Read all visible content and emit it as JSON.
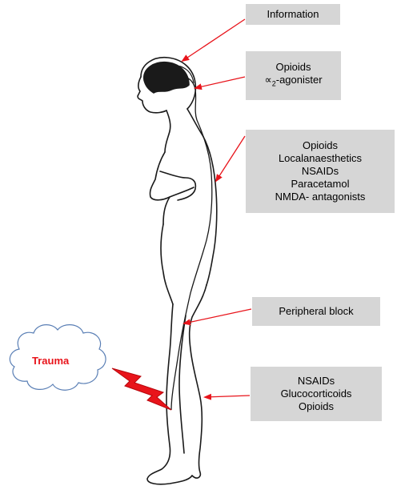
{
  "labels": {
    "information": "Information",
    "opioids_a": "Opioids",
    "alpha2_prefix": "∝",
    "alpha2_sub": "2",
    "alpha2_suffix": "-agonister",
    "spinal": [
      "Opioids",
      "Localanaesthetics",
      "NSAIDs",
      "Paracetamol",
      "NMDA- antagonists"
    ],
    "peripheral": "Peripheral block",
    "local": [
      "NSAIDs",
      "Glucocorticoids",
      "Opioids"
    ],
    "trauma": "Trauma"
  },
  "colors": {
    "box_fill": "#d6d6d6",
    "arrow": "#e8141b",
    "trauma_text": "#e8141b",
    "lightning": "#e8141b",
    "outline": "#1a1a1a"
  }
}
